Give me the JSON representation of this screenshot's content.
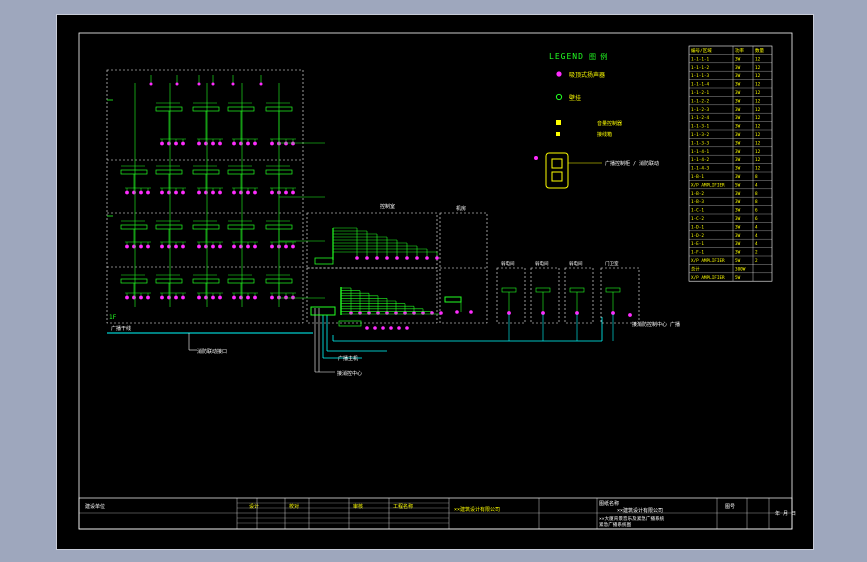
{
  "drawing": {
    "legend_title": "LEGEND",
    "legend_subtitle": "图 例",
    "legend_items": [
      {
        "symbol": "magenta-dot",
        "label": "吸顶式扬声器"
      },
      {
        "symbol": "speaker-outline",
        "label": "壁挂"
      },
      {
        "symbol": "yellow-square",
        "label": "音量控制器"
      },
      {
        "symbol": "yellow-square-small",
        "label": "接线箱"
      }
    ],
    "panel_note": "广播控制柜 / 消防联动",
    "riser_block_labels": [
      "地下一层",
      "1F"
    ],
    "floor_mark": "1F",
    "cable_label_left": "广播干线",
    "cable_label_bottom_1": "消防联动接口",
    "cable_label_bottom_2": "接消控中心",
    "cable_label_bottom_3": "广播主机",
    "control_room_title": "控制室",
    "equipment_room_title": "机房",
    "annex_labels": [
      "弱电间",
      "弱电间",
      "弱电间",
      "门卫室"
    ],
    "right_note": "接消防控制中心 广播",
    "table_header": [
      "编号/区域",
      "功率",
      "数量"
    ],
    "table_rows": [
      [
        "1-1-1-1",
        "3W",
        "12"
      ],
      [
        "1-1-1-2",
        "3W",
        "12"
      ],
      [
        "1-1-1-3",
        "3W",
        "12"
      ],
      [
        "1-1-1-4",
        "3W",
        "12"
      ],
      [
        "1-1-2-1",
        "3W",
        "12"
      ],
      [
        "1-1-2-2",
        "3W",
        "12"
      ],
      [
        "1-1-2-3",
        "3W",
        "12"
      ],
      [
        "1-1-2-4",
        "3W",
        "12"
      ],
      [
        "1-1-3-1",
        "3W",
        "12"
      ],
      [
        "1-1-3-2",
        "3W",
        "12"
      ],
      [
        "1-1-3-3",
        "3W",
        "12"
      ],
      [
        "1-1-4-1",
        "3W",
        "12"
      ],
      [
        "1-1-4-2",
        "3W",
        "12"
      ],
      [
        "1-1-4-3",
        "3W",
        "12"
      ],
      [
        "1-B-1",
        "3W",
        "8"
      ],
      [
        "X/P AMPLIFIER",
        "5W",
        "4"
      ],
      [
        "1-B-2",
        "3W",
        "8"
      ],
      [
        "1-B-3",
        "3W",
        "8"
      ],
      [
        "1-C-1",
        "3W",
        "6"
      ],
      [
        "1-C-2",
        "3W",
        "6"
      ],
      [
        "1-D-1",
        "3W",
        "4"
      ],
      [
        "1-D-2",
        "3W",
        "4"
      ],
      [
        "1-E-1",
        "3W",
        "4"
      ],
      [
        "1-F-1",
        "3W",
        "2"
      ],
      [
        "X/P AMPLIFIER",
        "5W",
        "2"
      ],
      [
        "总计",
        "300W",
        ""
      ],
      [
        "X/P AMPLIFIER",
        "5W",
        ""
      ]
    ],
    "title_block": {
      "label_a": "建设单位",
      "label_b": "设计",
      "label_c": "校对",
      "label_d": "审核",
      "label_e": "工程名称",
      "label_f": "图纸名称",
      "company_1": "××建筑设计有限公司",
      "company_2": "××建筑设计有限公司",
      "project_1": "××大厦背景音乐及紧急广播系统",
      "project_2": "紧急广播系统图",
      "sheet_label": "图号",
      "date_label": "年 月 日"
    }
  },
  "colors": {
    "green": "#22ff22",
    "magenta": "#ff2cff",
    "yellow": "#ffff00",
    "cyan": "#00ffff",
    "white": "#ffffff"
  }
}
